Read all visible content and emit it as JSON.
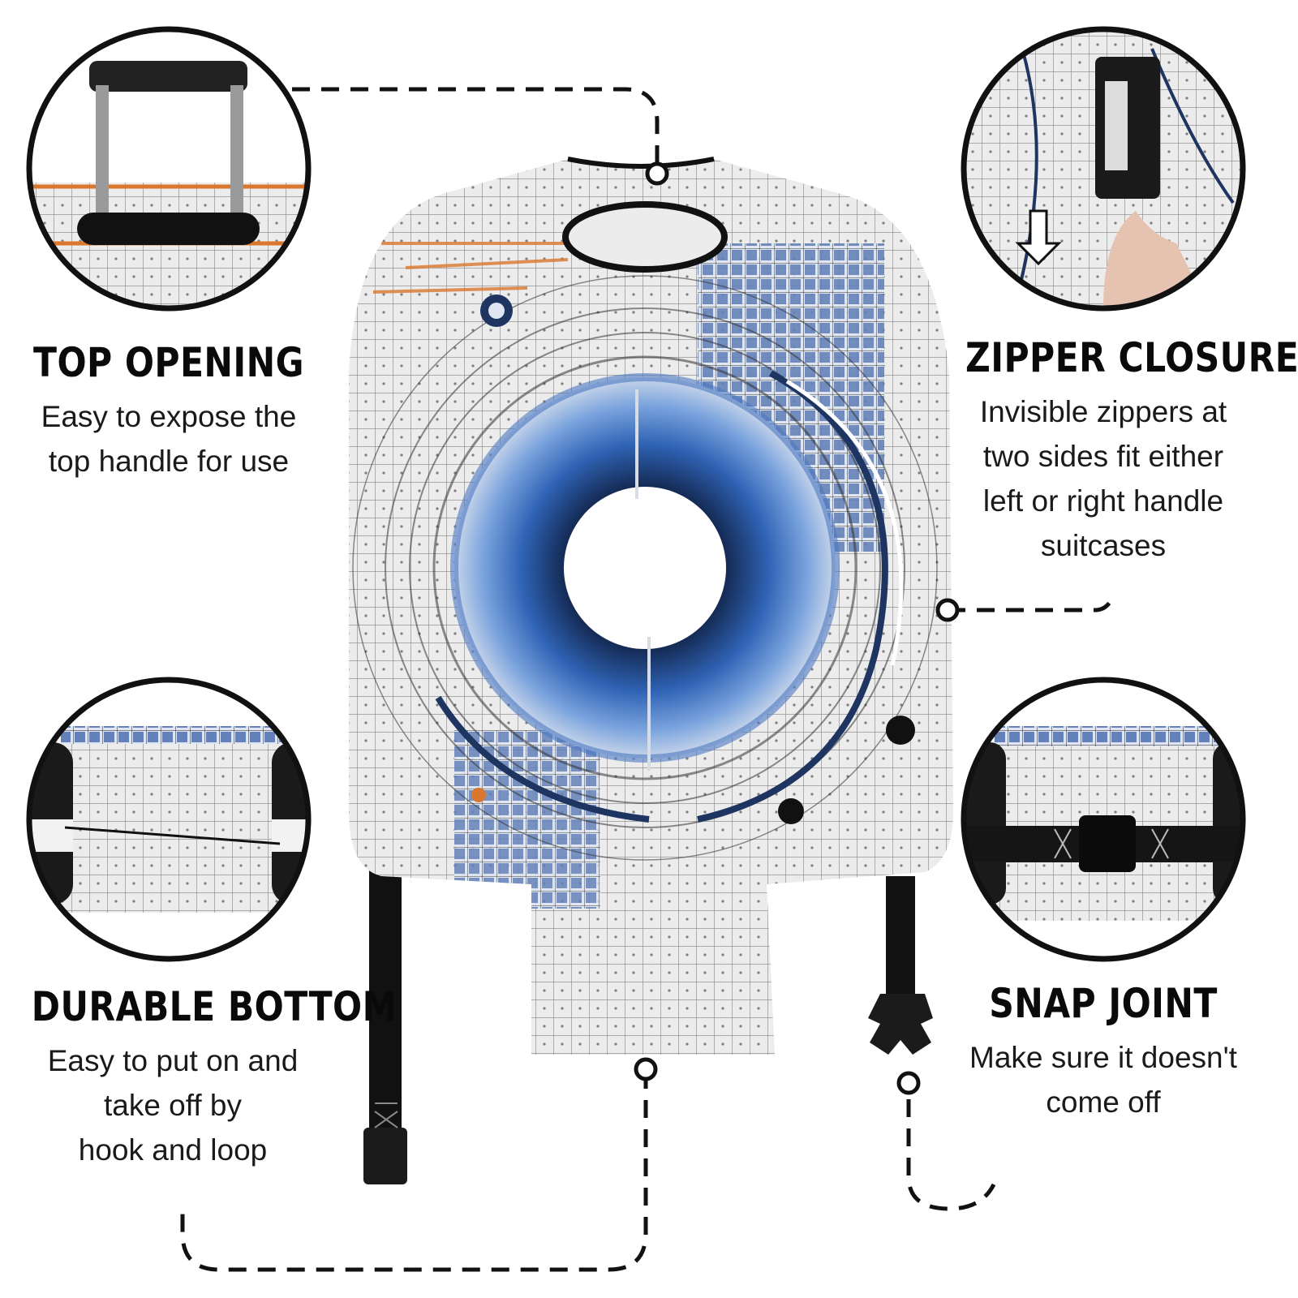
{
  "features": {
    "top_opening": {
      "title": "TOP OPENING",
      "desc": [
        "Easy to expose the",
        "top handle for use"
      ]
    },
    "zipper_closure": {
      "title": "ZIPPER CLOSURE",
      "desc": [
        "Invisible zippers at",
        "two sides fit either",
        "left or right handle",
        "suitcases"
      ]
    },
    "durable_bottom": {
      "title": "DURABLE BOTTOM",
      "desc": [
        "Easy to put on and",
        "take off by",
        "hook and loop"
      ]
    },
    "snap_joint": {
      "title": "SNAP JOINT",
      "desc": [
        "Make sure it doesn't",
        "come off"
      ]
    }
  },
  "colors": {
    "ink": "#0a0a0a",
    "accent_blue": "#2f63b5",
    "accent_orange": "#d9772e",
    "fabric_grey": "#d8d8d8"
  },
  "icons": [
    "trolley-handle-icon",
    "zipper-lock-icon",
    "hook-loop-icon",
    "buckle-icon"
  ]
}
